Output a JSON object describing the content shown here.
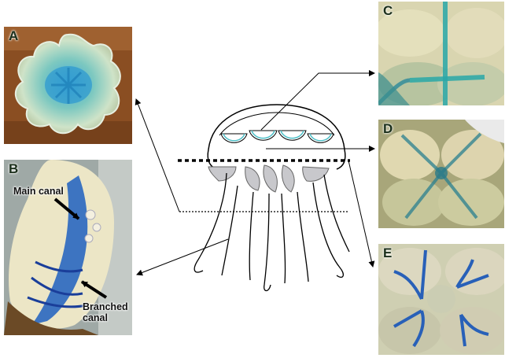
{
  "panels": {
    "a": {
      "letter": "A"
    },
    "b": {
      "letter": "B"
    },
    "c": {
      "letter": "C"
    },
    "d": {
      "letter": "D"
    },
    "e": {
      "letter": "E"
    }
  },
  "annotations": {
    "main_canal": "Main canal",
    "branched_canal_line1": "Branched",
    "branched_canal_line2": "canal"
  },
  "colors": {
    "stain_blue": "#1d8fc8",
    "tissue_cream": "#e8dfb4",
    "background_brown": "#8a5a2a"
  }
}
